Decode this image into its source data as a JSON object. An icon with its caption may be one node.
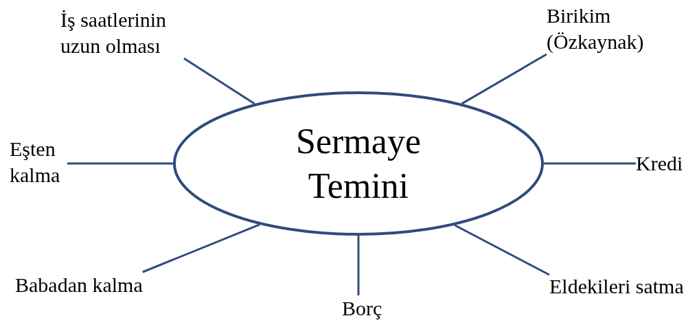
{
  "diagram": {
    "nodes": [
      {
        "text": [
          "Sermaye Temini"
        ]
      },
      {
        "text": [
          "İş saatlerinin uzun olması"
        ]
      },
      {
        "text": [
          "Birikim (Özkaynak)"
        ]
      },
      {
        "text": [
          "Eşten kalma"
        ]
      },
      {
        "text": [
          "Kredi"
        ]
      },
      {
        "text": [
          "Babadan kalma"
        ]
      },
      {
        "text": [
          "Eldekileri satma"
        ]
      },
      {
        "text": [
          "Borç"
        ]
      }
    ],
    "edges": [
      {
        "from": 0,
        "to": 1,
        "arrow": "none"
      },
      {
        "from": 0,
        "to": 2,
        "arrow": "none"
      },
      {
        "from": 0,
        "to": 3,
        "arrow": "none"
      },
      {
        "from": 0,
        "to": 4,
        "arrow": "none"
      },
      {
        "from": 0,
        "to": 5,
        "arrow": "none"
      },
      {
        "from": 0,
        "to": 6,
        "arrow": "none"
      },
      {
        "from": 0,
        "to": 7,
        "arrow": "none"
      }
    ]
  }
}
